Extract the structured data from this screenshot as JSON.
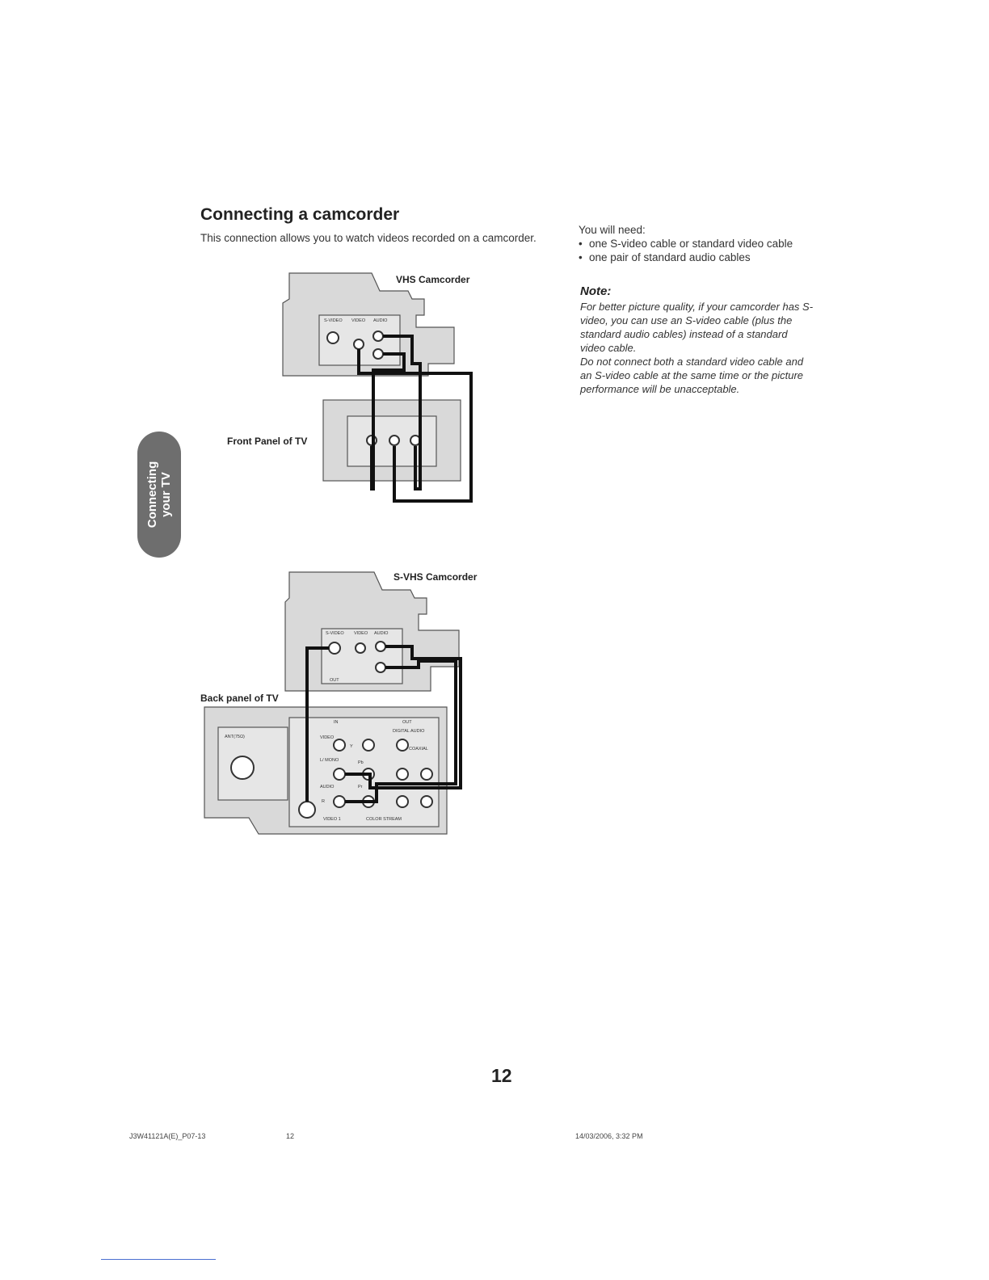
{
  "section": {
    "title": "Connecting a camcorder",
    "intro": "This connection allows you to watch videos recorded on a camcorder."
  },
  "requirements": {
    "heading": "You will need:",
    "items": [
      "one S-video cable or standard video cable",
      "one pair of standard audio cables"
    ]
  },
  "note": {
    "heading": "Note:",
    "paragraphs": [
      "For better picture quality, if your camcorder has S-video, you can use an S-video cable (plus the standard audio cables) instead of a standard video cable.",
      "Do not connect both a standard video cable and an S-video cable at the same time or the picture performance will be unacceptable."
    ]
  },
  "diagram1": {
    "camcorder_label": "VHS Camcorder",
    "tv_label": "Front Panel of TV",
    "cam_jacks": {
      "svideo": "S-VIDEO",
      "video": "VIDEO",
      "audio": "AUDIO"
    }
  },
  "diagram2": {
    "camcorder_label": "S-VHS Camcorder",
    "tv_label": "Back panel of TV",
    "cam_jacks": {
      "svideo": "S-VIDEO",
      "video": "VIDEO",
      "audio": "AUDIO",
      "out": "OUT"
    },
    "panel": {
      "in": "IN",
      "out": "OUT",
      "ant": "ANT(75Ω)",
      "digital_audio": "DIGITAL AUDIO",
      "coaxial": "COAXIAL",
      "video": "VIDEO",
      "y": "Y",
      "pb": "Pb",
      "pr": "Pr",
      "l_mono": "L/ MONO",
      "audio": "AUDIO",
      "r": "R",
      "video1": "VIDEO 1",
      "color_stream": "COLOR STREAM"
    }
  },
  "side_tab": {
    "line1": "Connecting",
    "line2": "your TV"
  },
  "page_number": "12",
  "footer": {
    "code": "J3W41121A(E)_P07-13",
    "page": "12",
    "datetime": "14/03/2006, 3:32 PM"
  }
}
